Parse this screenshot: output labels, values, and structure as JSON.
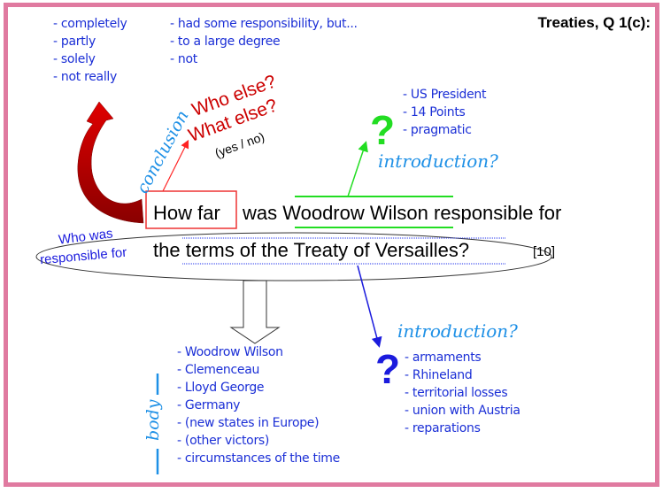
{
  "title": "Treaties, Q 1(c):",
  "degree_options_col1": [
    "- completely",
    "- partly",
    "- solely",
    "- not really"
  ],
  "degree_options_col2": [
    "- had some responsibility, but...",
    "- to a large degree",
    "- not"
  ],
  "conclusion_label": "conclusion",
  "who_else": "Who else?",
  "what_else": "What else?",
  "yes_no": "(yes / no)",
  "question": {
    "how_far": "How far",
    "line1_rest": "was Woodrow Wilson responsible for",
    "line2": "the terms of the Treaty of Versailles?",
    "marks": "[10]"
  },
  "who_was_responsible": {
    "line1": "Who was",
    "line2": "responsible for"
  },
  "wilson_notes": {
    "question_mark": "?",
    "label": "introduction?",
    "items": [
      "- US President",
      "- 14 Points",
      "- pragmatic"
    ]
  },
  "terms_notes": {
    "question_mark": "?",
    "label": "introduction?",
    "items": [
      "- armaments",
      "- Rhineland",
      "- territorial losses",
      "- union with Austria",
      "- reparations"
    ]
  },
  "body_label": "body",
  "body_items": [
    "- Woodrow Wilson",
    "- Clemenceau",
    "- Lloyd George",
    "- Germany",
    "- (new states in Europe)",
    "- (other victors)",
    "- circumstances of the time"
  ],
  "colors": {
    "border": "#e07aa0",
    "handwriting": "#1b2fd6",
    "label": "#1e90e6",
    "red": "#cc0000",
    "green": "#22dd22"
  }
}
